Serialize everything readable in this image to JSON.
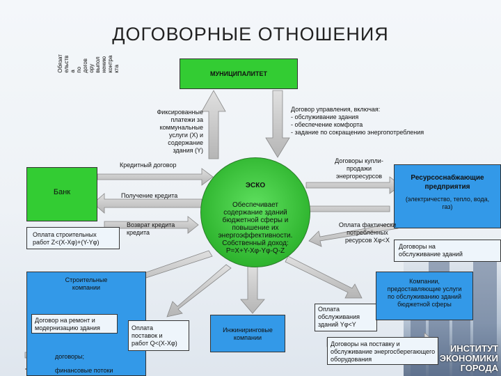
{
  "title": "ДОГОВОРНЫЕ ОТНОШЕНИЯ",
  "vertical_note": "Обязат\nельств\nа\nпо\nдогов\nору\nвыпол\nнению\nконтра\nкта",
  "municipality": "МУНИЦИПАЛИТЕТ",
  "fixed_payments": "Фиксированные\nплатежи за\nкоммунальные\nуслуги (X) и\nсодержание\nздания (Y)",
  "mgmt_contract": "Договор управления, включая:\n- обслуживание здания\n- обеспечение комфорта\n- задание по сокращению энергопотребления",
  "credit_contract": "Кредитный договор",
  "bank": "Банк",
  "credit_received": "Получение кредита",
  "credit_return": "Возврат кредита\nкредита",
  "construction_payment": "Оплата строительных\nработ Z<(X-Xφ)+(Y-Yφ)",
  "esco_title": "ЭСКО",
  "esco_body": "Обеспечивает\nсодержание зданий\nбюджетной сферы и\nповышение их\nэнергоэффективности.\nСобственный доход:\nP=X+Y-Xφ-Yφ-Q-Z",
  "resource_contracts": "Договоры купли-\nпродажи\nэнергоресурсов",
  "resource_title": "Ресурсоснабжающие\nпредприятия",
  "resource_sub": "(электричество, тепло, вода,\nгаз)",
  "actual_payment": "Оплата фактически\nпотреблённых\nресурсов Xφ<X",
  "service_contracts": "Договоры на\nобслуживание зданий",
  "construction_companies": "Строительные\nкомпании",
  "repair_contract": "Договор на ремонт и\nмодернизацию здания",
  "legend_contracts": "договоры;",
  "legend_flows": "финансовые потоки",
  "supply_payment": "Оплата\nпоставок и\nработ Q<(X-Xφ)",
  "engineering": "Инжиниринговые\nкомпании",
  "service_payment": "Оплата\nобслуживания\nзданий Yφ<Y",
  "service_companies": "Компании,\nпредоставляющие услуги\nпо обслуживанию зданий\nбюджетной сферы",
  "supply_contracts": "Договоры на поставку и\nобслуживание энергосберегающего\nоборудования",
  "logo_text": "ИНСТИТУТ\nЭКОНОМИКИ\nГОРОДА",
  "colors": {
    "green": "#33cc33",
    "blue": "#3399e8",
    "municipal": "#33cc33",
    "esco": "#33cc33",
    "arrow": "#c7c7c7"
  }
}
